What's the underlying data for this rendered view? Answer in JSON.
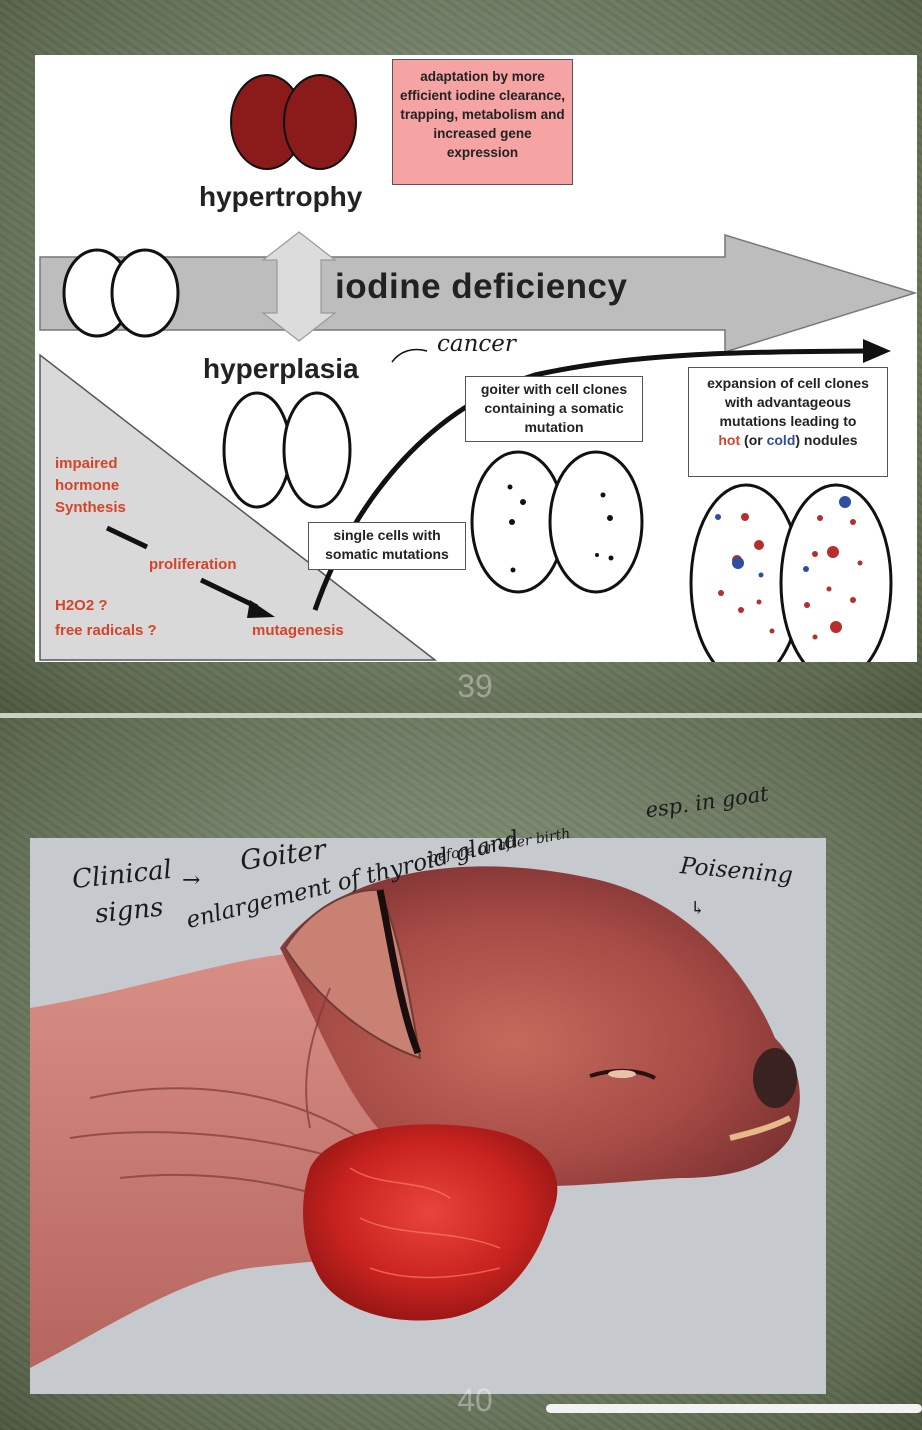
{
  "slide_top": {
    "adaptation_box": "adaptation by more efficient iodine clearance, trapping, metabolism and increased gene expression",
    "hypertrophy": "hypertrophy",
    "iodine_deficiency": "iodine deficiency",
    "hyperplasia": "hyperplasia",
    "cancer_note": "cancer",
    "impaired_synthesis": "impaired hormone Synthesis",
    "proliferation": "proliferation",
    "mutagenesis": "mutagenesis",
    "h2o2": "H2O2 ?",
    "free_radicals": "free radicals ?",
    "single_cells_box": "single cells with somatic mutations",
    "goiter_box": "goiter with cell clones containing a somatic mutation",
    "expansion_box_line1": "expansion of cell clones with advantageous mutations leading to",
    "expansion_hot": "hot",
    "expansion_or": "(or",
    "expansion_cold": "cold",
    "expansion_nodules": ") nodules",
    "slide_number": "39",
    "colors": {
      "thyroid_red": "#8b1a1a",
      "pink_box": "#f5a3a3",
      "red_text": "#d6432b",
      "blue_dot": "#2d4fa0"
    }
  },
  "slide_bottom": {
    "note_clinical": "Clinical",
    "note_signs": "signs",
    "note_goiter": "Goiter",
    "note_enlargement": "enlargement of thyroid gland",
    "note_before_after": "before or after birth",
    "note_goat": "esp. in goat",
    "note_poisoning": "Poisening",
    "slide_number": "40"
  }
}
